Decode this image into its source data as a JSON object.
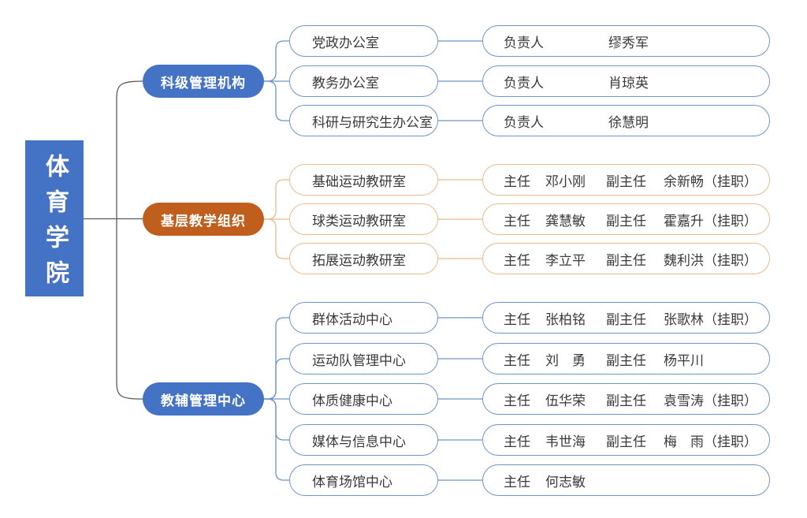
{
  "root": {
    "title": "体育学院"
  },
  "colors": {
    "blue_fill": "#4472C4",
    "orange_fill": "#BF5E1D",
    "blue_line": "#6F94CB",
    "orange_line": "#E9BC8F",
    "trunk_line": "#595959",
    "text": "#3A3A3A"
  },
  "sections": [
    {
      "label": "科级管理机构",
      "theme": "blue",
      "rows": [
        {
          "unit": "党政办公室",
          "role1": "负责人",
          "name1": "缪秀军",
          "role2": "",
          "name2": ""
        },
        {
          "unit": "教务办公室",
          "role1": "负责人",
          "name1": "肖琼英",
          "role2": "",
          "name2": ""
        },
        {
          "unit": "科研与研究生办公室",
          "role1": "负责人",
          "name1": "徐慧明",
          "role2": "",
          "name2": ""
        }
      ]
    },
    {
      "label": "基层教学组织",
      "theme": "orange",
      "rows": [
        {
          "unit": "基础运动教研室",
          "role1": "主任",
          "name1": "邓小刚",
          "role2": "副主任",
          "name2": "余新畅（挂职）"
        },
        {
          "unit": "球类运动教研室",
          "role1": "主任",
          "name1": "龚慧敏",
          "role2": "副主任",
          "name2": "霍嘉升（挂职）"
        },
        {
          "unit": "拓展运动教研室",
          "role1": "主任",
          "name1": "李立平",
          "role2": "副主任",
          "name2": "魏利洪（挂职）"
        }
      ]
    },
    {
      "label": "教辅管理中心",
      "theme": "blue",
      "rows": [
        {
          "unit": "群体活动中心",
          "role1": "主任",
          "name1": "张柏铭",
          "role2": "副主任",
          "name2": "张歌林（挂职）"
        },
        {
          "unit": "运动队管理中心",
          "role1": "主任",
          "name1": "刘　勇",
          "role2": "副主任",
          "name2": "杨平川"
        },
        {
          "unit": "体质健康中心",
          "role1": "主任",
          "name1": "伍华荣",
          "role2": "副主任",
          "name2": "袁雪涛（挂职）"
        },
        {
          "unit": "媒体与信息中心",
          "role1": "主任",
          "name1": "韦世海",
          "role2": "副主任",
          "name2": "梅　雨（挂职）"
        },
        {
          "unit": "体育场馆中心",
          "role1": "主任",
          "name1": "何志敏",
          "role2": "",
          "name2": ""
        }
      ]
    }
  ]
}
